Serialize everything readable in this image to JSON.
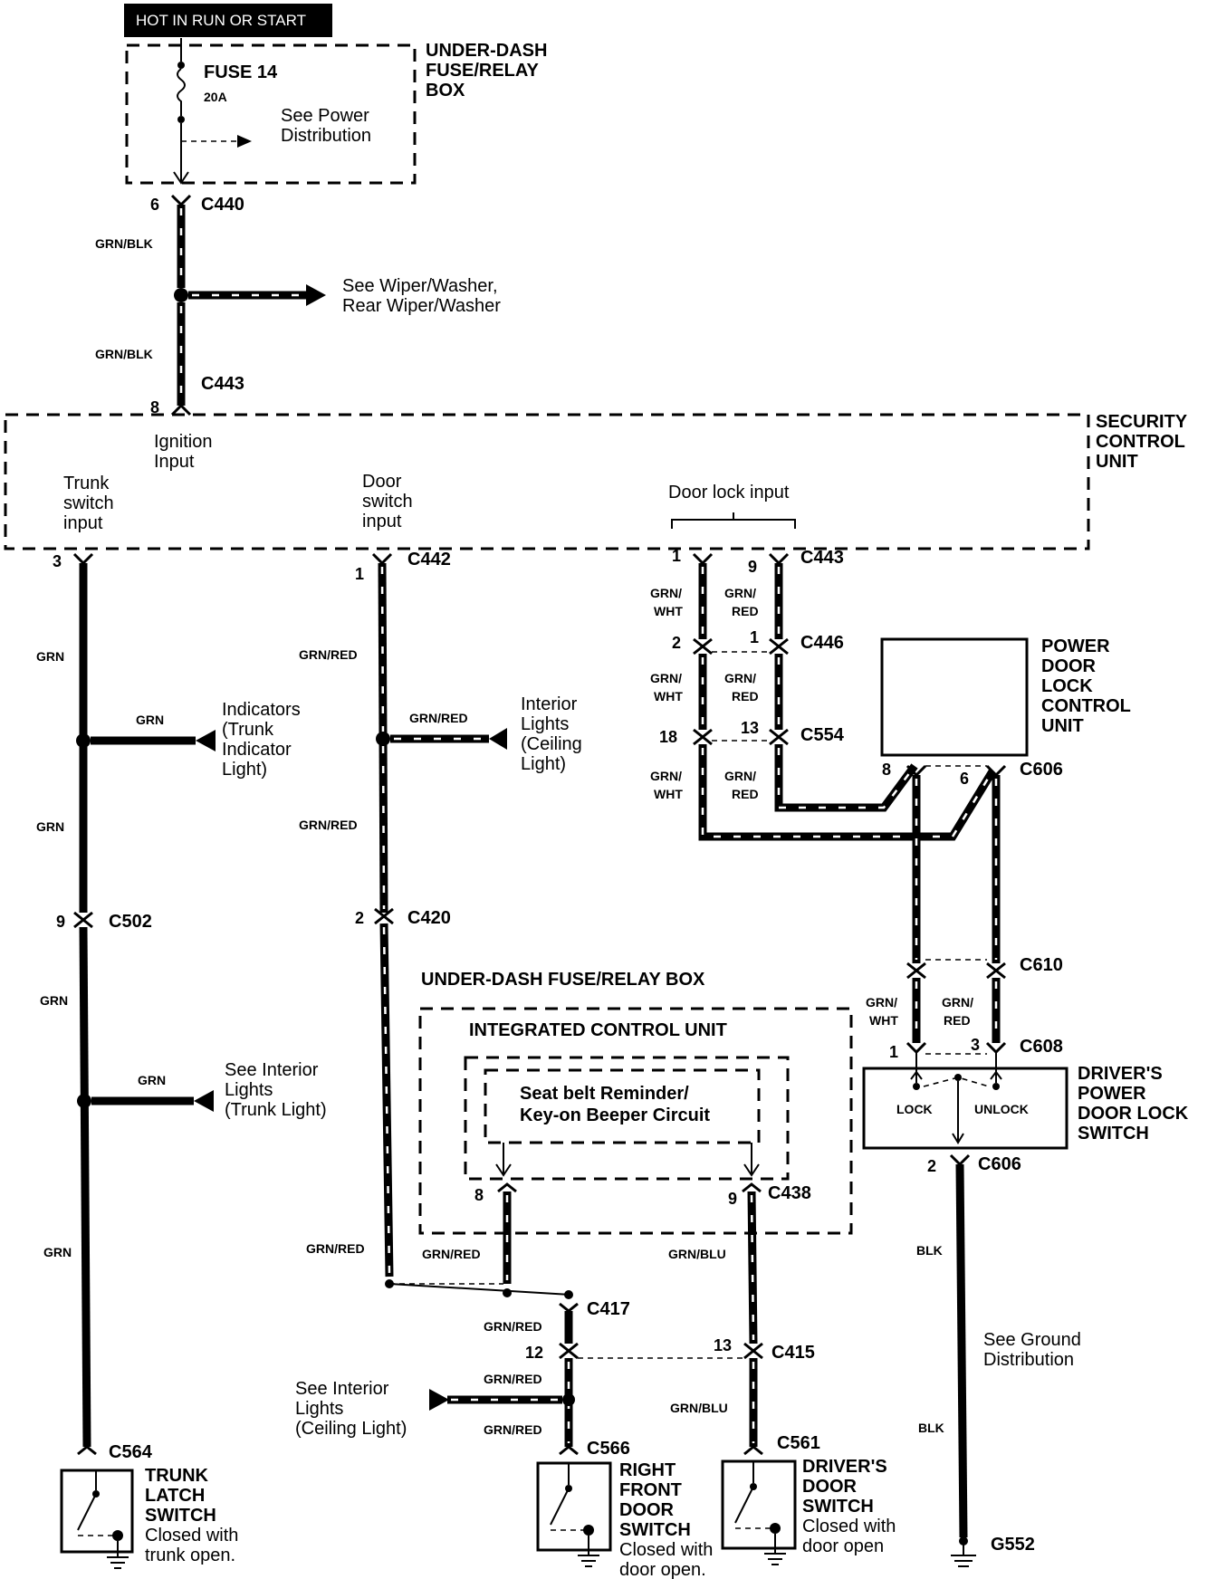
{
  "header": {
    "hot_label": "HOT IN RUN OR START"
  },
  "fuse_box": {
    "title_lines": [
      "UNDER-DASH",
      "FUSE/RELAY",
      "BOX"
    ],
    "fuse": "FUSE 14",
    "rating": "20A",
    "see_lines": [
      "See Power",
      "Distribution"
    ]
  },
  "connectors": {
    "c440": "C440",
    "c443_top": "C443",
    "c442": "C442",
    "c443": "C443",
    "c446": "C446",
    "c554": "C554",
    "c606_top": "C606",
    "c610": "C610",
    "c608": "C608",
    "c606_bot": "C606",
    "c502": "C502",
    "c420": "C420",
    "c438": "C438",
    "c417": "C417",
    "c415": "C415",
    "c564": "C564",
    "c566": "C566",
    "c561": "C561",
    "g552": "G552"
  },
  "pins": {
    "p6": "6",
    "p8": "8",
    "p3": "3",
    "p1": "1",
    "p1b": "1",
    "p9": "9",
    "p2": "2",
    "p1c": "1",
    "p18": "18",
    "p13": "13",
    "p8b": "8",
    "p6b": "6",
    "p9b": "9",
    "p2b": "2",
    "p1d": "1",
    "p3b": "3",
    "p2c": "2",
    "p8c": "8",
    "p9c": "9",
    "p12": "12",
    "p13b": "13"
  },
  "wires": {
    "grnblk1": "GRN/BLK",
    "grnblk2": "GRN/BLK",
    "grn1": "GRN",
    "grn2": "GRN",
    "grn3": "GRN",
    "grn4": "GRN",
    "grn_ind": "GRN",
    "grn_trunk": "GRN",
    "grnred1": "GRN/RED",
    "grnred2": "GRN/RED",
    "grnred3": "GRN/RED",
    "grnred_int": "GRN/RED",
    "grnred_icu": "GRN/RED",
    "grnred_c417": "GRN/RED",
    "grnred_ceil": "GRN/RED",
    "grnred_c566": "GRN/RED",
    "grnblu1": "GRN/BLU",
    "grnblu2": "GRN/BLU",
    "blk1": "BLK",
    "blk2": "BLK",
    "pair_a1": [
      "GRN/",
      "WHT"
    ],
    "pair_a2": [
      "GRN/",
      "RED"
    ],
    "pair_b1": [
      "GRN/",
      "WHT"
    ],
    "pair_b2": [
      "GRN/",
      "RED"
    ],
    "pair_c1": [
      "GRN/",
      "WHT"
    ],
    "pair_c2": [
      "GRN/",
      "RED"
    ],
    "pair_d1": [
      "GRN/",
      "WHT"
    ],
    "pair_d2": [
      "GRN/",
      "RED"
    ]
  },
  "wiper_ref": [
    "See Wiper/Washer,",
    "Rear Wiper/Washer"
  ],
  "security": {
    "title_lines": [
      "SECURITY",
      "CONTROL",
      "UNIT"
    ],
    "ignition": [
      "Ignition",
      "Input"
    ],
    "trunk": [
      "Trunk",
      "switch",
      "input"
    ],
    "door": [
      "Door",
      "switch",
      "input"
    ],
    "lock": "Door lock input"
  },
  "indicators": [
    "Indicators",
    "(Trunk",
    "Indicator",
    "Light)"
  ],
  "interior_ceiling": [
    "Interior",
    "Lights",
    "(Ceiling",
    "Light)"
  ],
  "interior_trunk": [
    "See Interior",
    "Lights",
    "(Trunk Light)"
  ],
  "interior_ceiling2": [
    "See Interior",
    "Lights",
    "(Ceiling Light)"
  ],
  "pdlcu": [
    "POWER",
    "DOOR",
    "LOCK",
    "CONTROL",
    "UNIT"
  ],
  "dpdls": {
    "title": [
      "DRIVER'S",
      "POWER",
      "DOOR LOCK",
      "SWITCH"
    ],
    "lock": "LOCK",
    "unlock": "UNLOCK"
  },
  "ground_ref": [
    "See Ground",
    "Distribution"
  ],
  "udfb2": "UNDER-DASH FUSE/RELAY BOX",
  "icu": {
    "title": "INTEGRATED CONTROL UNIT",
    "circuit": [
      "Seat belt Reminder/",
      "Key-on Beeper Circuit"
    ]
  },
  "trunk_switch": [
    "TRUNK",
    "LATCH",
    "SWITCH",
    "Closed with",
    "trunk open."
  ],
  "rf_switch": [
    "RIGHT",
    "FRONT",
    "DOOR",
    "SWITCH",
    "Closed with",
    "door open."
  ],
  "drv_switch": [
    "DRIVER'S",
    "DOOR",
    "SWITCH",
    "Closed with",
    "door open"
  ]
}
